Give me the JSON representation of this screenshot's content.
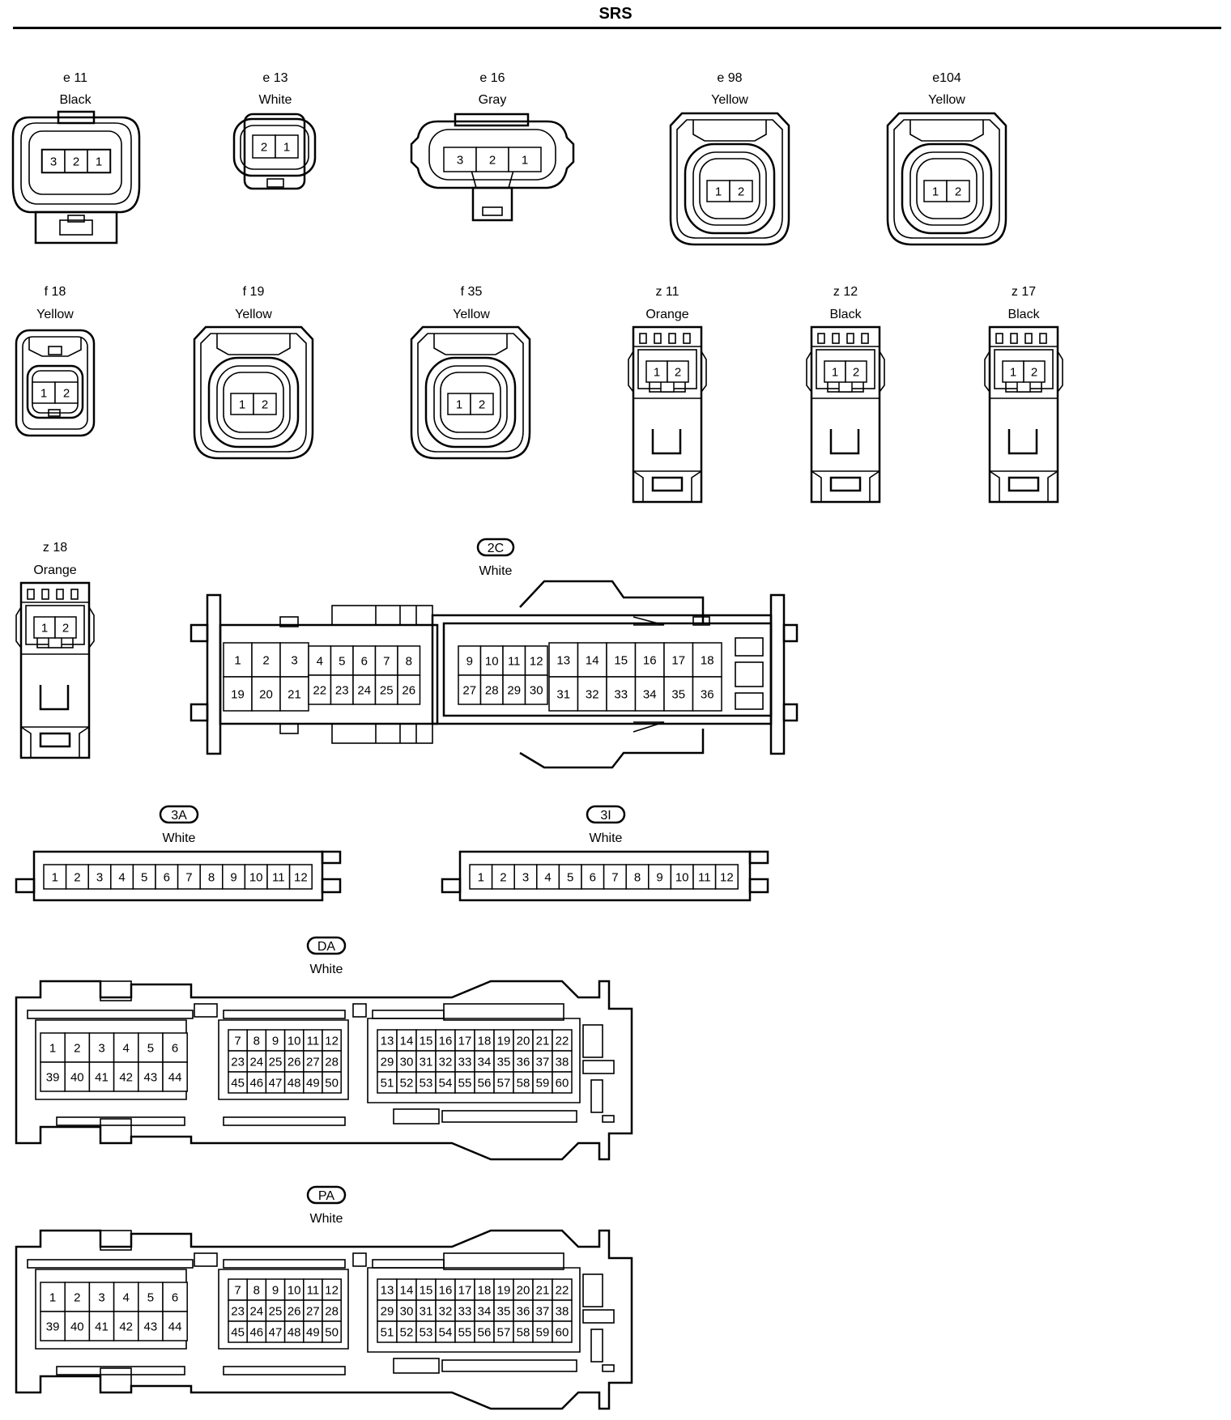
{
  "title": "SRS",
  "connectors": {
    "e11": {
      "code": "e 11",
      "color": "Black",
      "pins": [
        "3",
        "2",
        "1"
      ]
    },
    "e13": {
      "code": "e 13",
      "color": "White",
      "pins": [
        "2",
        "1"
      ]
    },
    "e16": {
      "code": "e 16",
      "color": "Gray",
      "pins": [
        "3",
        "2",
        "1"
      ]
    },
    "e98": {
      "code": "e 98",
      "color": "Yellow",
      "pins": [
        "1",
        "2"
      ]
    },
    "e104": {
      "code": "e104",
      "color": "Yellow",
      "pins": [
        "1",
        "2"
      ]
    },
    "f18": {
      "code": "f 18",
      "color": "Yellow",
      "pins": [
        "1",
        "2"
      ]
    },
    "f19": {
      "code": "f 19",
      "color": "Yellow",
      "pins": [
        "1",
        "2"
      ]
    },
    "f35": {
      "code": "f 35",
      "color": "Yellow",
      "pins": [
        "1",
        "2"
      ]
    },
    "z11": {
      "code": "z 11",
      "color": "Orange",
      "pins": [
        "1",
        "2"
      ]
    },
    "z12": {
      "code": "z 12",
      "color": "Black",
      "pins": [
        "1",
        "2"
      ]
    },
    "z17": {
      "code": "z 17",
      "color": "Black",
      "pins": [
        "1",
        "2"
      ]
    },
    "z18": {
      "code": "z 18",
      "color": "Orange",
      "pins": [
        "1",
        "2"
      ]
    },
    "c2C": {
      "code": "2C",
      "color": "White",
      "group1_top": [
        "1",
        "2",
        "3"
      ],
      "group1_bottom": [
        "19",
        "20",
        "21"
      ],
      "group2_top": [
        "4",
        "5",
        "6",
        "7",
        "8"
      ],
      "group2_bottom": [
        "22",
        "23",
        "24",
        "25",
        "26"
      ],
      "group3_top": [
        "9",
        "10",
        "11",
        "12"
      ],
      "group3_bottom": [
        "27",
        "28",
        "29",
        "30"
      ],
      "group4_top": [
        "13",
        "14",
        "15",
        "16",
        "17",
        "18"
      ],
      "group4_bottom": [
        "31",
        "32",
        "33",
        "34",
        "35",
        "36"
      ]
    },
    "c3A": {
      "code": "3A",
      "color": "White",
      "pins": [
        "1",
        "2",
        "3",
        "4",
        "5",
        "6",
        "7",
        "8",
        "9",
        "10",
        "11",
        "12"
      ]
    },
    "c3I": {
      "code": "3I",
      "color": "White",
      "pins": [
        "1",
        "2",
        "3",
        "4",
        "5",
        "6",
        "7",
        "8",
        "9",
        "10",
        "11",
        "12"
      ]
    },
    "cDA": {
      "code": "DA",
      "color": "White",
      "left_top": [
        "1",
        "2",
        "3",
        "4",
        "5",
        "6"
      ],
      "left_bottom": [
        "39",
        "40",
        "41",
        "42",
        "43",
        "44"
      ],
      "mid_r1": [
        "7",
        "8",
        "9",
        "10",
        "11",
        "12"
      ],
      "mid_r2": [
        "23",
        "24",
        "25",
        "26",
        "27",
        "28"
      ],
      "mid_r3": [
        "45",
        "46",
        "47",
        "48",
        "49",
        "50"
      ],
      "right_r1": [
        "13",
        "14",
        "15",
        "16",
        "17",
        "18",
        "19",
        "20",
        "21",
        "22"
      ],
      "right_r2": [
        "29",
        "30",
        "31",
        "32",
        "33",
        "34",
        "35",
        "36",
        "37",
        "38"
      ],
      "right_r3": [
        "51",
        "52",
        "53",
        "54",
        "55",
        "56",
        "57",
        "58",
        "59",
        "60"
      ]
    },
    "cPA": {
      "code": "PA",
      "color": "White",
      "left_top": [
        "1",
        "2",
        "3",
        "4",
        "5",
        "6"
      ],
      "left_bottom": [
        "39",
        "40",
        "41",
        "42",
        "43",
        "44"
      ],
      "mid_r1": [
        "7",
        "8",
        "9",
        "10",
        "11",
        "12"
      ],
      "mid_r2": [
        "23",
        "24",
        "25",
        "26",
        "27",
        "28"
      ],
      "mid_r3": [
        "45",
        "46",
        "47",
        "48",
        "49",
        "50"
      ],
      "right_r1": [
        "13",
        "14",
        "15",
        "16",
        "17",
        "18",
        "19",
        "20",
        "21",
        "22"
      ],
      "right_r2": [
        "29",
        "30",
        "31",
        "32",
        "33",
        "34",
        "35",
        "36",
        "37",
        "38"
      ],
      "right_r3": [
        "51",
        "52",
        "53",
        "54",
        "55",
        "56",
        "57",
        "58",
        "59",
        "60"
      ]
    }
  }
}
